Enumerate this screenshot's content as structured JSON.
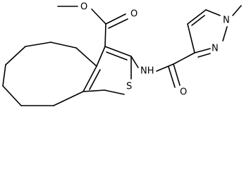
{
  "molecule": {
    "atoms": {
      "ester_O_carbonyl": "O",
      "ester_O": "O",
      "methyl_ester_C": "",
      "thiophene_S": "S",
      "amide_NH": "NH",
      "amide_O": "O",
      "pyrazole_N1": "N",
      "pyrazole_N2": "N",
      "N_methyl_C": ""
    }
  }
}
